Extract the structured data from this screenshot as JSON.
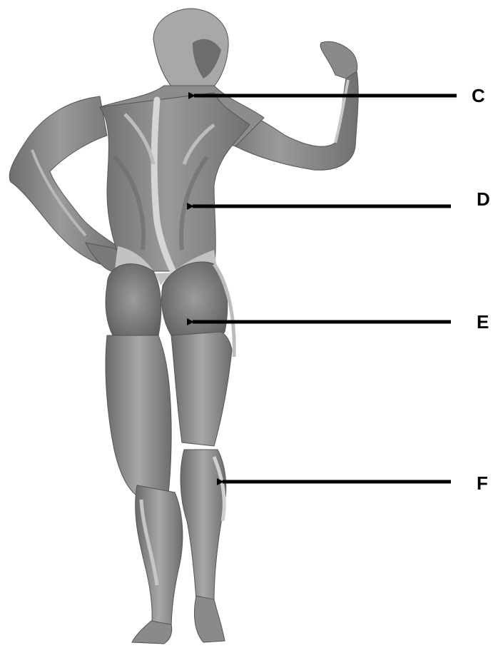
{
  "figure": {
    "labels": [
      {
        "id": "C",
        "text": "C"
      },
      {
        "id": "D",
        "text": "D"
      },
      {
        "id": "E",
        "text": "E"
      },
      {
        "id": "F",
        "text": "F"
      }
    ],
    "colors": {
      "arrow": "#000000",
      "label": "#000000",
      "body_dark": "#6a6a6a",
      "body_mid": "#8e8e8e",
      "body_light": "#c4c4c4",
      "background": "#ffffff"
    }
  }
}
